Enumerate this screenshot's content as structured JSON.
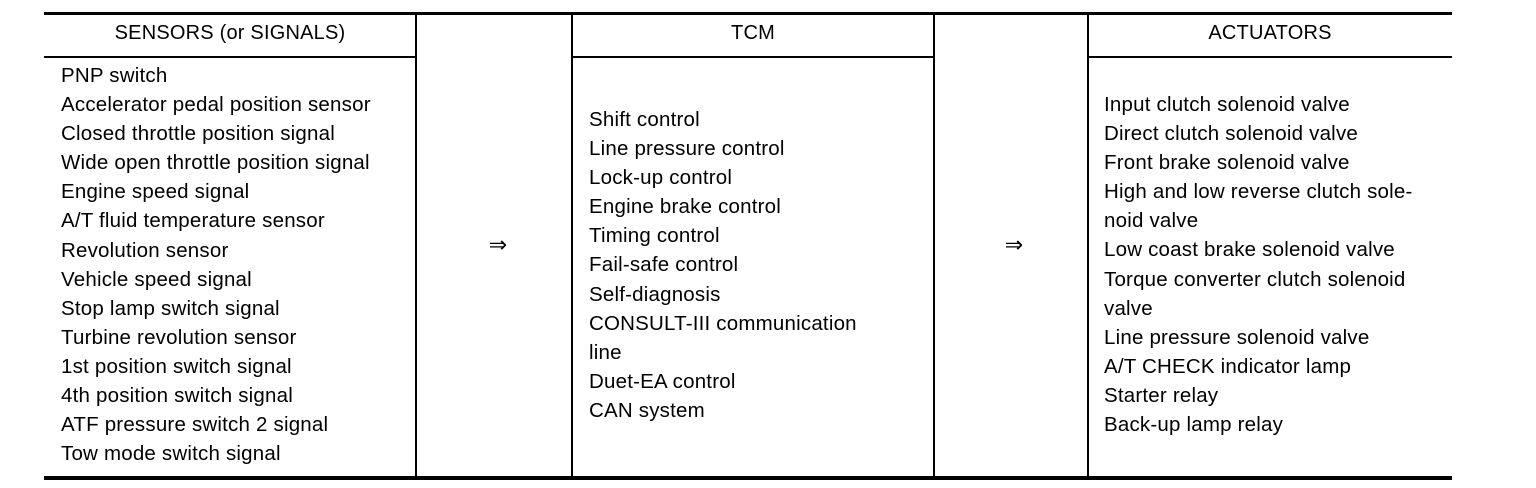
{
  "headers": {
    "sensors": "SENSORS (or SIGNALS)",
    "tcm": "TCM",
    "actuators": "ACTUATORS"
  },
  "arrows": {
    "left": "⇒",
    "right": "⇒"
  },
  "sensors": [
    "PNP switch",
    "Accelerator pedal position sensor",
    "Closed throttle position signal",
    "Wide open throttle position signal",
    "Engine speed signal",
    "A/T fluid temperature sensor",
    "Revolution sensor",
    "Vehicle speed signal",
    "Stop lamp switch signal",
    "Turbine revolution sensor",
    "1st position switch signal",
    "4th position switch signal",
    "ATF pressure switch 2 signal",
    "Tow mode switch signal"
  ],
  "tcm": [
    "Shift control",
    "Line pressure control",
    "Lock-up control",
    "Engine brake control",
    "Timing control",
    "Fail-safe control",
    "Self-diagnosis",
    "CONSULT-III communication",
    "line",
    "Duet-EA control",
    "CAN system"
  ],
  "actuators": [
    "Input clutch solenoid valve",
    "Direct clutch solenoid valve",
    "Front brake solenoid valve",
    "High and low reverse clutch sole-",
    "noid valve",
    "Low coast brake solenoid valve",
    "Torque converter clutch solenoid",
    "valve",
    "Line pressure solenoid valve",
    "A/T CHECK indicator lamp",
    "Starter relay",
    "Back-up lamp relay"
  ]
}
